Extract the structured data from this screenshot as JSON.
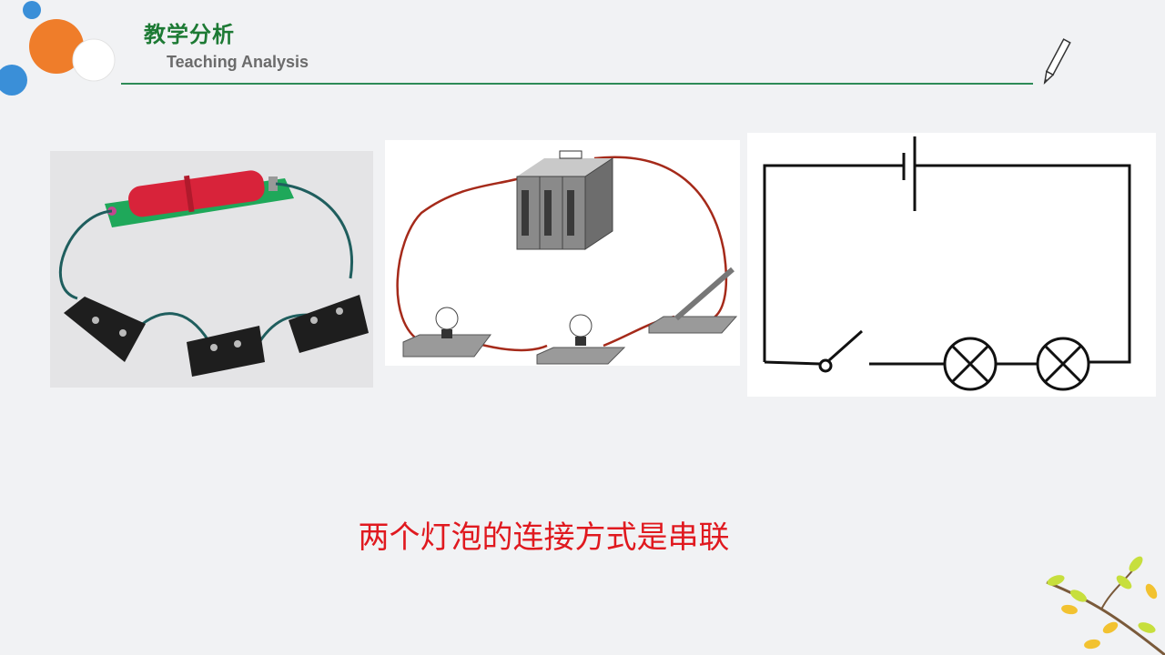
{
  "header": {
    "title": "教学分析",
    "subtitle": "Teaching Analysis"
  },
  "caption": "两个灯泡的连接方式是串联",
  "colors": {
    "title_green": "#1d7a34",
    "rule_green": "#2e8b57",
    "caption_red": "#e0191f",
    "orange": "#ef7d2a",
    "blue": "#3a8fd8",
    "wire_red": "#a52a1a"
  },
  "icons": [
    "pencil-icon",
    "decorative-bubbles",
    "tree-branch-decoration"
  ],
  "panels": [
    "circuit-photo",
    "circuit-illustration",
    "circuit-schematic"
  ]
}
